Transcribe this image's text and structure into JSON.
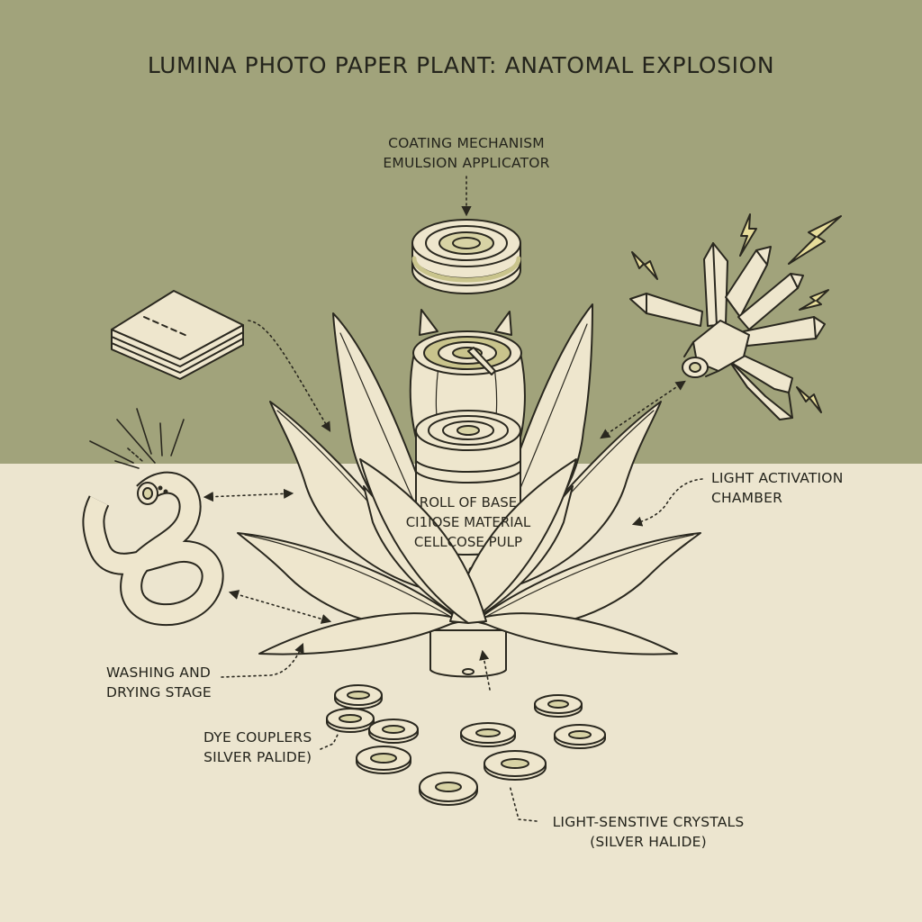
{
  "title": "LUMINA PHOTO PAPER PLANT: ANATOMAL EXPLOSION",
  "colors": {
    "background_top": "#a1a37b",
    "background_bottom": "#ece5cf",
    "line": "#2a281f",
    "part_fill": "#eee6cd",
    "accent_fill": "#c9c48c"
  },
  "labels": {
    "coating": {
      "line1": "COATING MECHANISM",
      "line2": "EMULSION APPLICATOR"
    },
    "light_activation": {
      "line1": "LIGHT ACTIVATION",
      "line2": "CHAMBER"
    },
    "washing": {
      "line1": "WASHING AND",
      "line2": "DRYING STAGE"
    },
    "dye": {
      "line1": "DYE COUPLERS",
      "line2": "SILVER PALIDE)"
    },
    "crystals": {
      "line1": "LIGHT-SENSTIVE CRYSTALS",
      "line2": "(SILVER HALIDE)"
    }
  },
  "canister_text": [
    "ROLL OF BASE",
    "CI1IOSE MATERIAL",
    "CELLCOSE PULP"
  ],
  "icons": [
    "paper-stack-icon",
    "emulsion-disc-stack-icon",
    "crystal-cluster-icon",
    "lightning-bolt-icon",
    "coiled-tube-icon",
    "leaf-rosette-icon",
    "base-roll-canister-icon",
    "silver-halide-disc-icon"
  ]
}
